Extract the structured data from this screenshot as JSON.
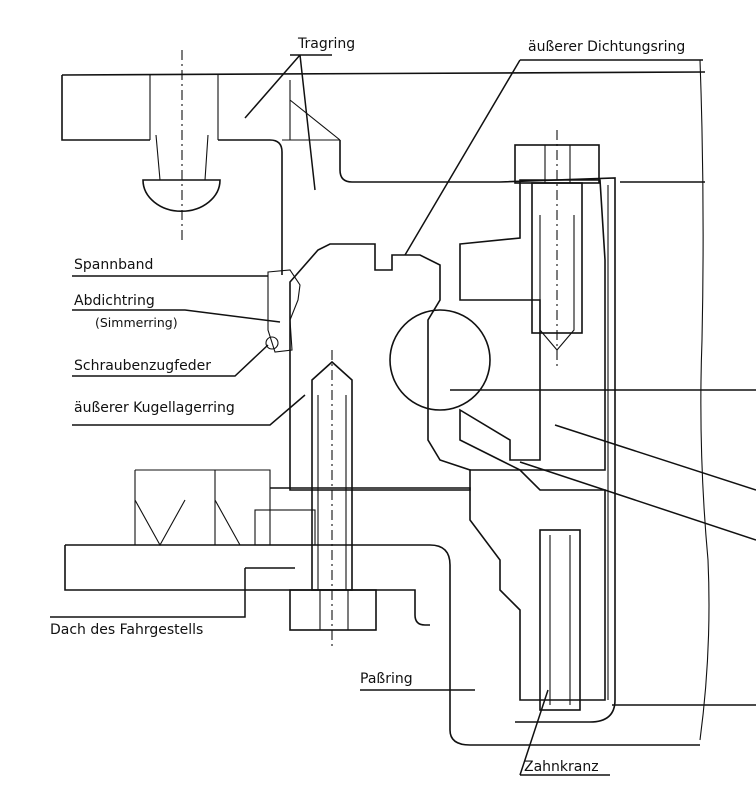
{
  "labels": {
    "tragring": "Tragring",
    "dichtungsring": "äußerer Dichtungsring",
    "spannband": "Spannband",
    "abdichtring": "Abdichtring",
    "simmerring": "(Simmerring)",
    "schraubenzugfeder": "Schraubenzugfeder",
    "kugellagerring": "äußerer Kugellagerring",
    "dach": "Dach des Fahrgestells",
    "passring": "Paßring",
    "zahnkranz": "Zahnkranz"
  },
  "colors": {
    "ink": "#111111",
    "paper": "#ffffff"
  }
}
